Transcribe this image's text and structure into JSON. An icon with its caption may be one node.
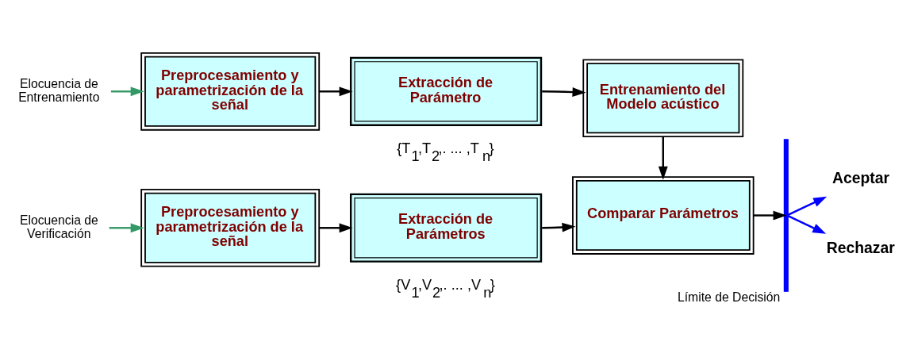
{
  "diagram": {
    "nodes": [
      {
        "text": [
          "Elocuencia de Entrenamiento"
        ]
      },
      {
        "text": [
          "Preprocesamiento y parametrización de la señal"
        ]
      },
      {
        "text": [
          "Extracción de Parámetro"
        ],
        "beside": [
          "{T$_{1}$,T$_{2}$,. ... ,T$_{n}$}"
        ]
      },
      {
        "text": [
          "Entrenamiento del Modelo acústico"
        ]
      },
      {
        "text": [
          "Elocuencia de Verificación"
        ]
      },
      {
        "text": [
          "Preprocesamiento y parametrización de la señal"
        ]
      },
      {
        "text": [
          "Extracción de Parámetros"
        ],
        "beside": [
          "{V$_{1}$,V$_{2}$,. ... ,V$_{n}$}"
        ]
      },
      {
        "text": [
          "Comparar Parámetros"
        ]
      },
      {
        "text": [],
        "shape": "bar",
        "beside": [
          "Límite de Decisión"
        ]
      },
      {
        "text": [
          "Aceptar"
        ]
      },
      {
        "text": [
          "Rechazar"
        ]
      }
    ],
    "edges": [
      {
        "from": 0,
        "to": 1,
        "arrow": "to",
        "color": "#339966"
      },
      {
        "from": 1,
        "to": 2,
        "arrow": "to"
      },
      {
        "from": 2,
        "to": 3,
        "arrow": "to"
      },
      {
        "from": 3,
        "to": 7,
        "arrow": "to"
      },
      {
        "from": 4,
        "to": 5,
        "arrow": "to",
        "color": "#339966"
      },
      {
        "from": 5,
        "to": 6,
        "arrow": "to"
      },
      {
        "from": 6,
        "to": 7,
        "arrow": "to"
      },
      {
        "from": 7,
        "to": 8,
        "arrow": "to"
      },
      {
        "from": 8,
        "to": 9,
        "arrow": "to",
        "color": "#0000ff"
      },
      {
        "from": 8,
        "to": 10,
        "arrow": "to",
        "color": "#0000ff"
      }
    ]
  }
}
